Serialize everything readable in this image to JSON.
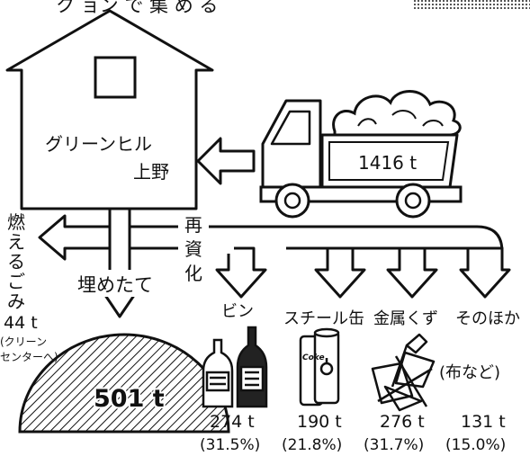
{
  "header_text": "ク   ョン で 集 め る",
  "facility": {
    "line1": "グリーンヒル",
    "line2": "上野"
  },
  "truck": {
    "load": "1416 t"
  },
  "burnable": {
    "label_chars": [
      "燃",
      "え",
      "る",
      "ご",
      "み"
    ],
    "amount": "44 t",
    "dest_line1": "(クリーン",
    "dest_line2": "センターへ)"
  },
  "recycle": {
    "chars": [
      "再",
      "資",
      "化"
    ]
  },
  "landfill": {
    "label": "埋めたて",
    "amount": "501 t"
  },
  "categories": [
    {
      "label": "ビン",
      "amount": "274 t",
      "percent": "(31.5%)"
    },
    {
      "label": "スチール缶",
      "amount": "190 t",
      "percent": "(21.8%)"
    },
    {
      "label": "金属くず",
      "amount": "276 t",
      "percent": "(31.7%)"
    },
    {
      "label": "そのほか",
      "amount": "131 t",
      "percent": "(15.0%)",
      "note": "(布など)"
    }
  ],
  "can_logo": "Coke"
}
